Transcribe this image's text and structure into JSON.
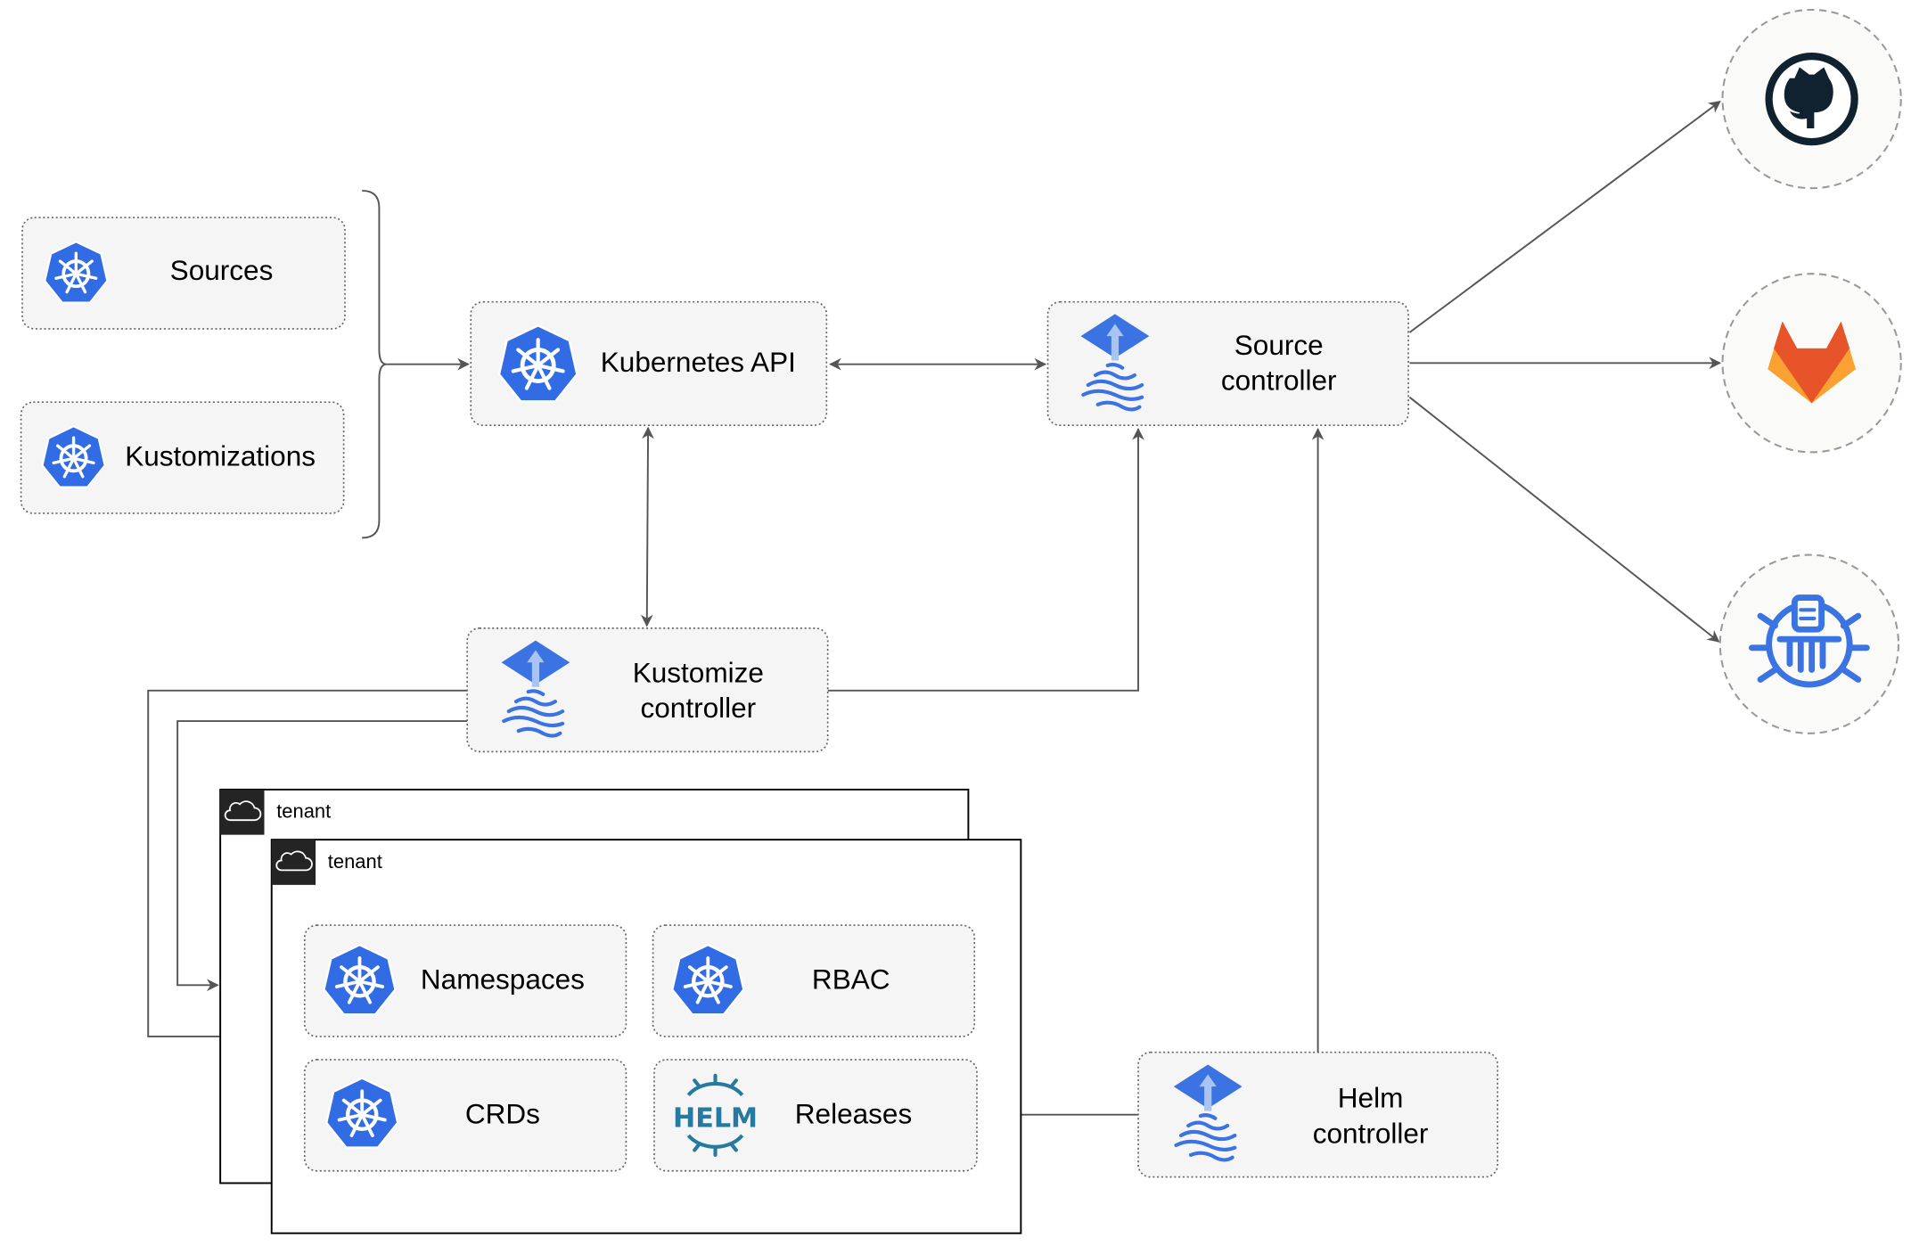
{
  "nodes": {
    "sources": "Sources",
    "kustomizations": "Kustomizations",
    "kubernetes_api": "Kubernetes API",
    "source_controller": [
      "Source",
      "controller"
    ],
    "kustomize_controller": [
      "Kustomize",
      "controller"
    ],
    "helm_controller": [
      "Helm",
      "controller"
    ],
    "namespaces": "Namespaces",
    "rbac": "RBAC",
    "crds": "CRDs",
    "releases": "Releases"
  },
  "tenants": [
    "tenant",
    "tenant"
  ],
  "external_sources": [
    {
      "name": "github",
      "icon": "github-icon"
    },
    {
      "name": "gitlab",
      "icon": "gitlab-icon"
    },
    {
      "name": "oci-registry",
      "icon": "harbor-icon"
    }
  ],
  "helm_logo_text": "HELM",
  "colors": {
    "kubernetes": "#326ce5",
    "flux": "#3b73e3",
    "github": "#10222f",
    "gitlab_dark": "#e8542a",
    "gitlab_light": "#f9a232",
    "helm": "#277a9f"
  }
}
